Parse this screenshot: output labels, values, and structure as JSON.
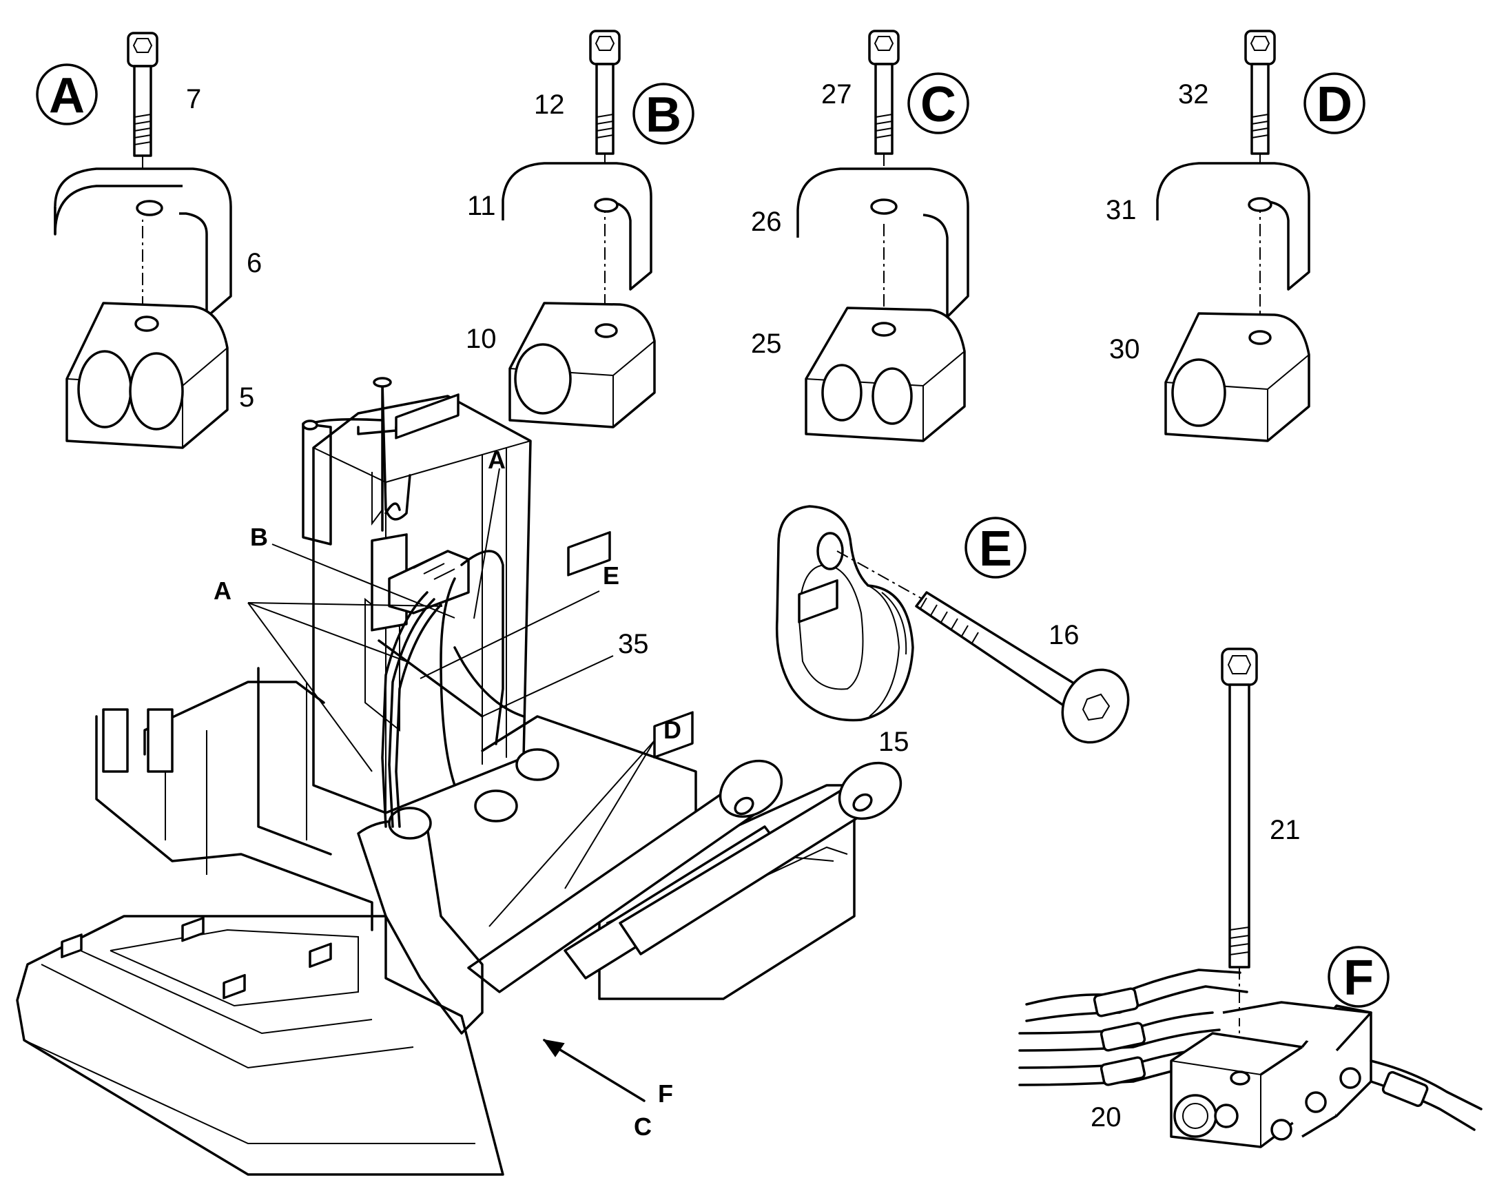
{
  "callouts": {
    "A": "A",
    "B": "B",
    "C": "C",
    "D": "D",
    "E": "E",
    "F": "F"
  },
  "part_numbers": {
    "a_bolt": "7",
    "a_cap": "6",
    "a_block": "5",
    "b_bolt": "12",
    "b_cap": "11",
    "b_block": "10",
    "c_bolt": "27",
    "c_cap": "26",
    "c_block": "25",
    "d_bolt": "32",
    "d_cap": "31",
    "d_block": "30",
    "e_clamp": "15",
    "e_bolt": "16",
    "f_bolt": "21",
    "f_block": "20"
  },
  "machine_labels": {
    "a_top": "A",
    "b": "B",
    "a_left": "A",
    "e": "E",
    "n35": "35",
    "d": "D",
    "f": "F",
    "c": "C"
  }
}
